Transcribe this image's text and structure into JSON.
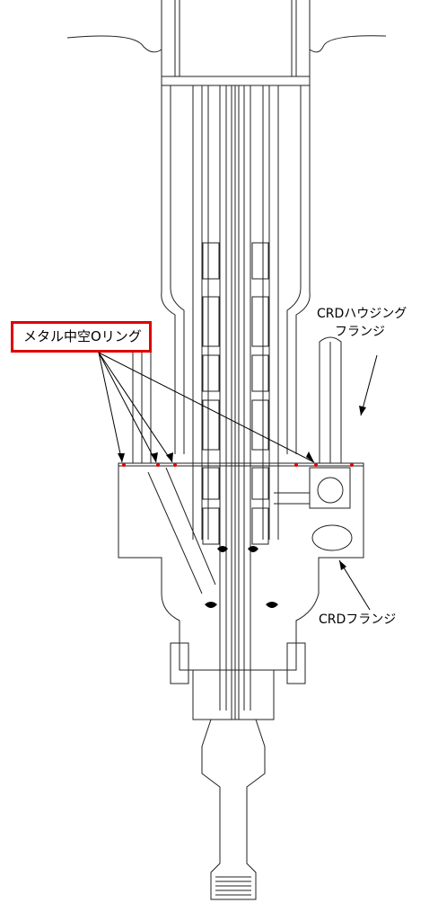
{
  "labels": {
    "metal_oring": "メタル中空Oリング",
    "housing_flange_line1": "CRDハウジング",
    "housing_flange_line2": "フランジ",
    "crd_flange": "CRDフランジ"
  },
  "colors": {
    "highlight_box": "#e00000",
    "oring_marks": "#e00000",
    "drawing_lines": "#222222",
    "leader_lines": "#000000"
  }
}
